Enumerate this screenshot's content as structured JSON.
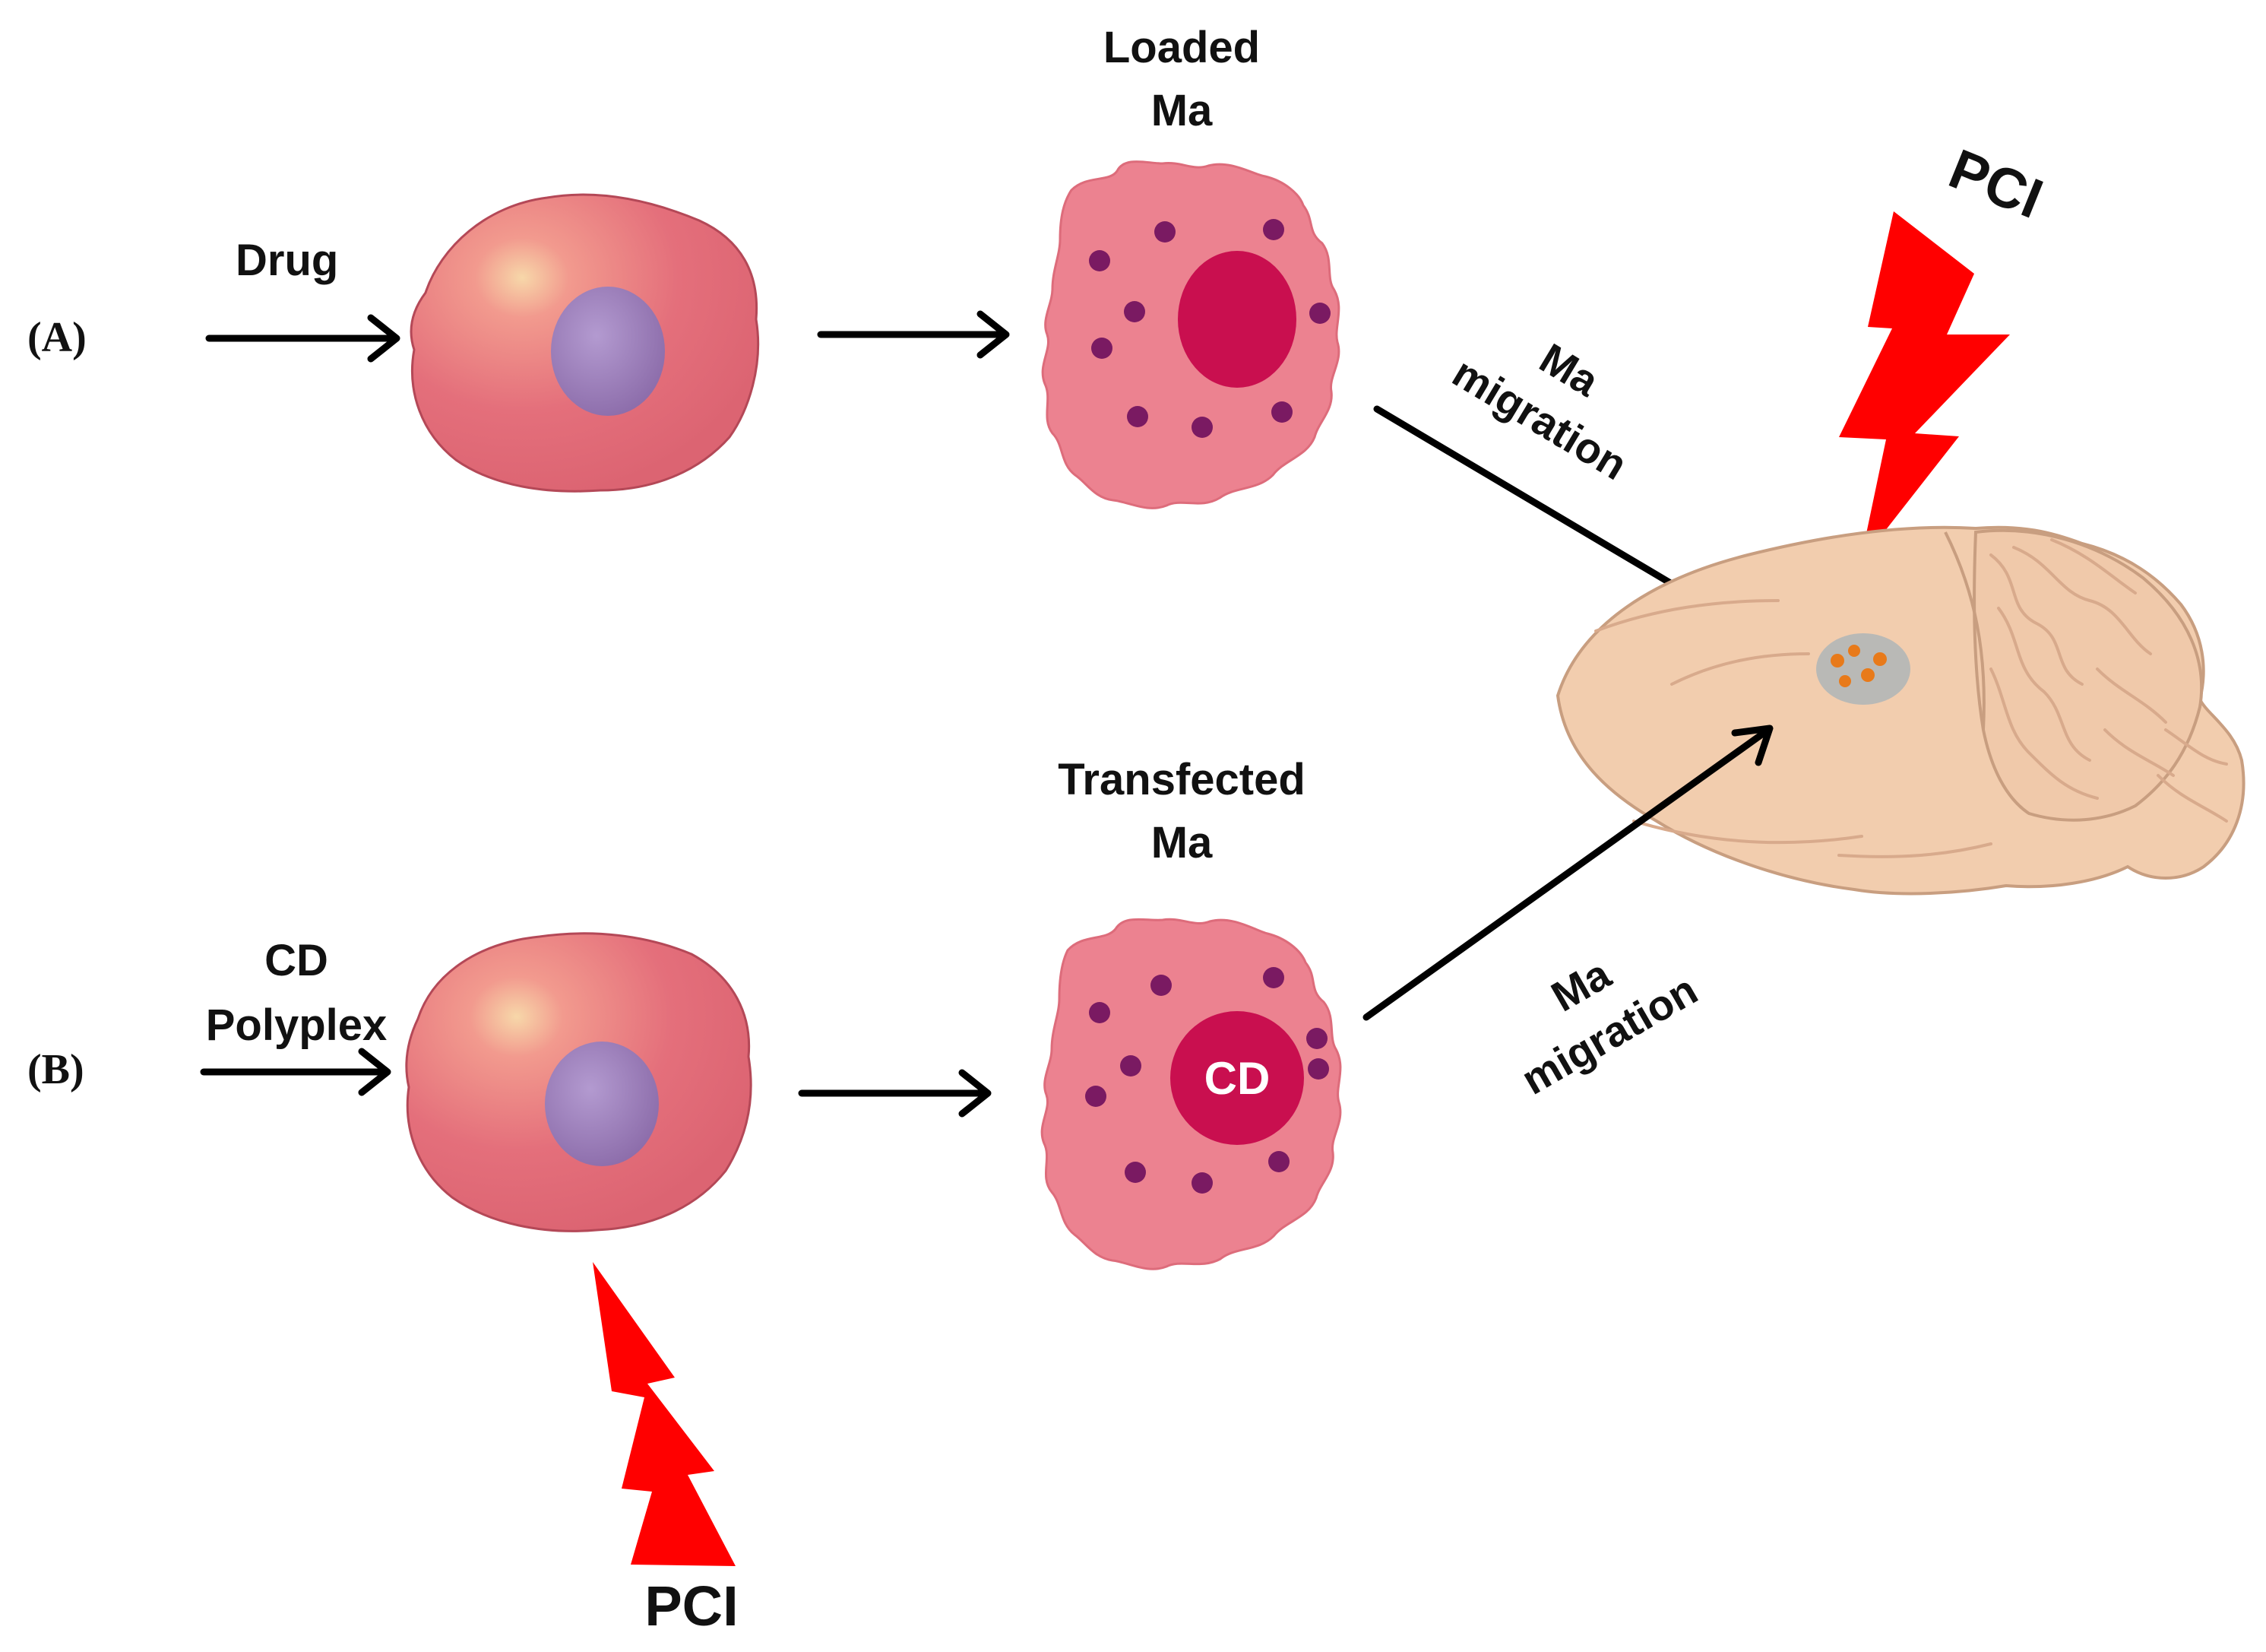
{
  "panels": {
    "a": "(A)",
    "b": "(B)"
  },
  "labels": {
    "drug": "Drug",
    "loaded_ma": [
      "Loaded",
      "Ma"
    ],
    "transfected_ma": [
      "Transfected",
      "Ma"
    ],
    "cd_polyplex": [
      "CD",
      "Polyplex"
    ],
    "cd_nucleus": "CD",
    "pci_top": "PCI",
    "pci_bottom": "PCI",
    "migration_top": [
      "Ma",
      "migration"
    ],
    "migration_bottom": [
      "Ma",
      "migration"
    ]
  },
  "colors": {
    "cell_body": "#e46f7b",
    "cell_nucleus": "#9b7fb6",
    "ma_body": "#ec8290",
    "ma_nucleus": "#c90f4f",
    "granule": "#7a1a62",
    "brain": "#f2cdae",
    "brain_outline": "#c89e80",
    "tumor": "#b9b9b6",
    "tumor_dots": "#e87a1a",
    "lightning": "#ff0000",
    "arrow": "#000000"
  }
}
